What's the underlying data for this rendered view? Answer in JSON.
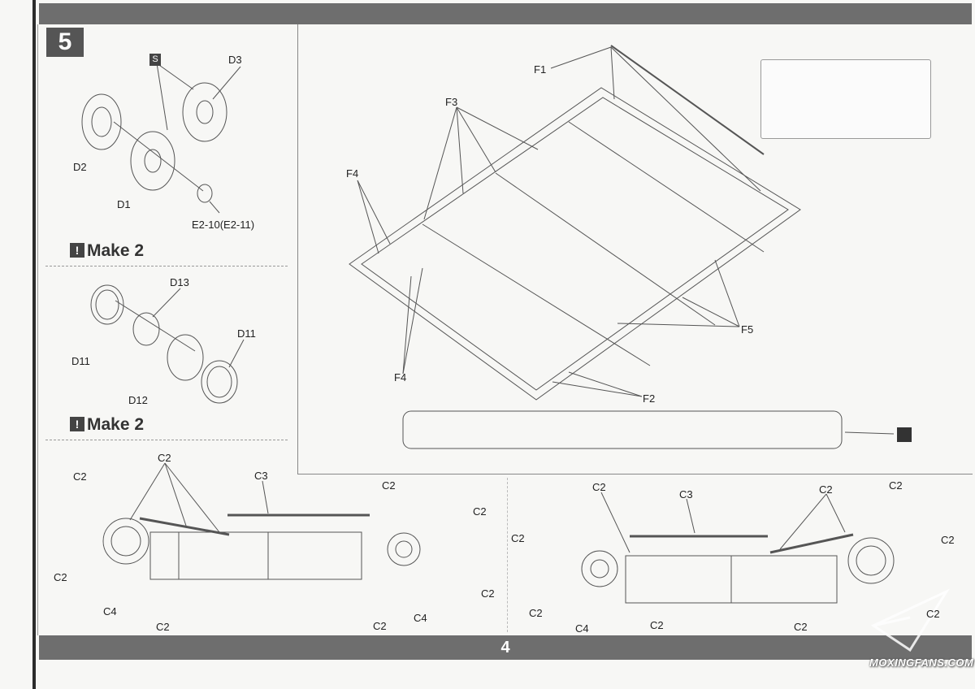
{
  "page": {
    "number": "4",
    "step": "5",
    "watermark": "MOXINGFANS.COM"
  },
  "sprocket_assembly": {
    "labels": {
      "icon_s": "S",
      "d3": "D3",
      "d2": "D2",
      "d1": "D1",
      "e2": "E2-10(E2-11)"
    },
    "make": "Make 2"
  },
  "idler_assembly": {
    "labels": {
      "d13": "D13",
      "d11_left": "D11",
      "d11_right": "D11",
      "d12": "D12"
    },
    "make": "Make 2"
  },
  "sprue": {
    "labels": {
      "f1": "F1",
      "f3": "F3",
      "f4_top": "F4",
      "f4_bottom": "F4",
      "f5": "F5",
      "f2": "F2"
    }
  },
  "track_left": {
    "labels": {
      "c2_top": "C2",
      "c3": "C3",
      "c2_tl": "C2",
      "c2_tr": "C2",
      "c2_r": "C2",
      "c2_l": "C2",
      "c2_br": "C2",
      "c4_l": "C4",
      "c2_bl": "C2",
      "c2_bm": "C2",
      "c4_r": "C4"
    }
  },
  "track_right": {
    "labels": {
      "c2_tl": "C2",
      "c3": "C3",
      "c2_top": "C2",
      "c2_tr": "C2",
      "c2_l": "C2",
      "c2_r": "C2",
      "c2_bl": "C2",
      "c4": "C4",
      "c2_bm": "C2",
      "c2_br": "C2",
      "c2_rr": "C2"
    }
  },
  "colors": {
    "bar": "#6e6e6e",
    "ink": "#222222",
    "paper": "#f7f7f5"
  }
}
